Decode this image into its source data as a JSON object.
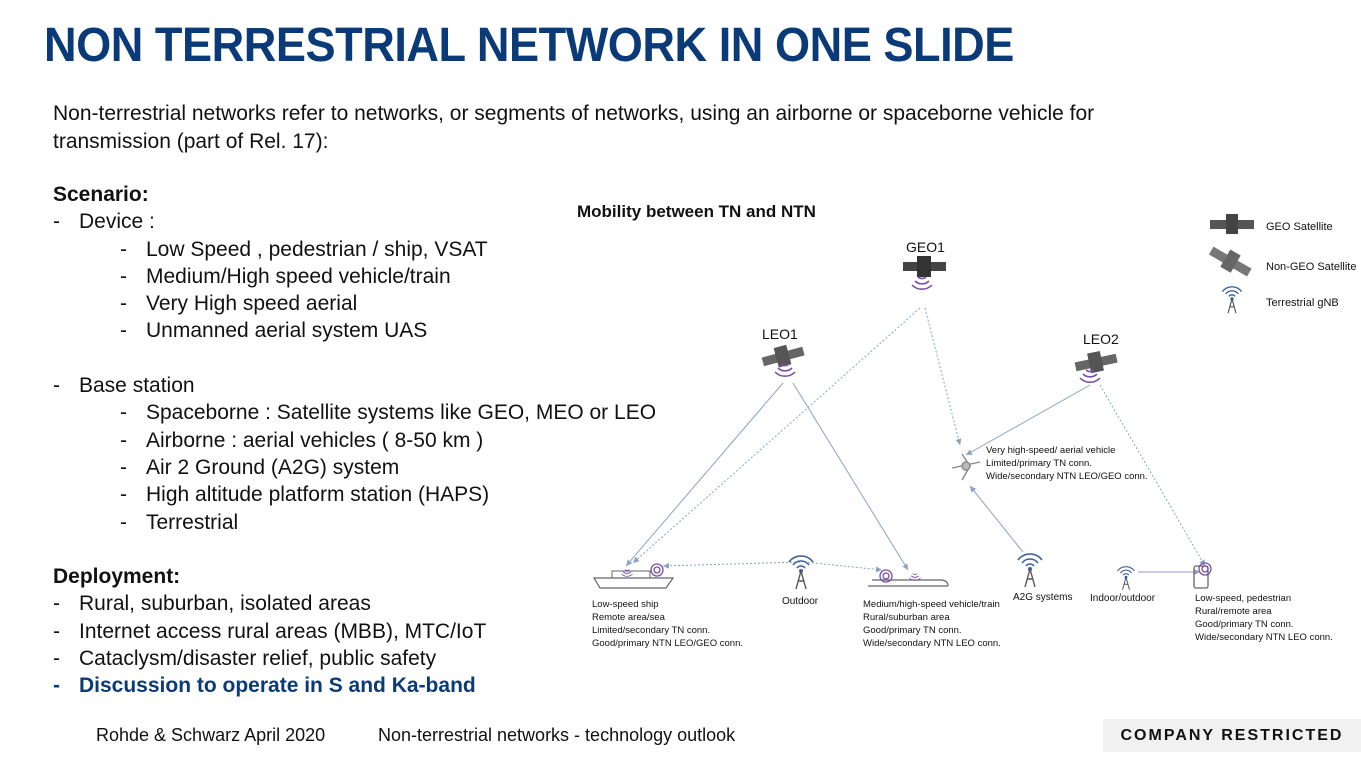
{
  "slide": {
    "title": "NON TERRESTRIAL NETWORK IN ONE SLIDE",
    "intro": "Non-terrestrial networks refer to networks, or segments of networks, using an airborne or spaceborne vehicle for transmission (part of Rel. 17):"
  },
  "scenario": {
    "heading": "Scenario:",
    "device_label": "Device :",
    "device_items": [
      "Low Speed , pedestrian / ship, VSAT",
      "Medium/High speed vehicle/train",
      "Very High speed aerial",
      "Unmanned aerial system UAS"
    ],
    "base_label": "Base station",
    "base_items": [
      "Spaceborne : Satellite systems like GEO, MEO or LEO",
      "Airborne : aerial vehicles ( 8-50 km )",
      "Air 2 Ground (A2G) system",
      "High altitude platform station (HAPS)",
      "Terrestrial"
    ]
  },
  "deployment": {
    "heading": "Deployment:",
    "items": [
      "Rural, suburban, isolated areas",
      "Internet access rural areas (MBB), MTC/IoT",
      "Cataclysm/disaster relief, public safety"
    ],
    "highlight": "Discussion to operate in S and Ka-band"
  },
  "diagram": {
    "title": "Mobility between TN and NTN",
    "legend": [
      "GEO Satellite",
      "Non-GEO Satellite",
      "Terrestrial gNB"
    ],
    "satellites": [
      "GEO1",
      "LEO1",
      "LEO2"
    ],
    "aerial": [
      "Very high-speed/ aerial vehicle",
      "Limited/primary TN conn.",
      "Wide/secondary NTN LEO/GEO conn."
    ],
    "ship": [
      "Low-speed ship",
      "Remote area/sea",
      "Limited/secondary TN conn.",
      "Good/primary NTN LEO/GEO conn."
    ],
    "outdoor": "Outdoor",
    "train": [
      "Medium/high-speed vehicle/train",
      "Rural/suburban area",
      "Good/primary TN conn.",
      "Wide/secondary NTN LEO conn."
    ],
    "a2g": "A2G systems",
    "indoor": "Indoor/outdoor",
    "pedestrian": [
      "Low-speed, pedestrian",
      "Rural/remote area",
      "Good/primary TN conn.",
      "Wide/secondary NTN LEO conn."
    ],
    "colors": {
      "link": "#8aa3c4",
      "satellite": "#555555",
      "signal": "#7a4fa6"
    }
  },
  "footer": {
    "left": "Rohde & Schwarz  April 2020",
    "middle": "Non-terrestrial networks -  technology outlook",
    "badge": "COMPANY RESTRICTED"
  }
}
